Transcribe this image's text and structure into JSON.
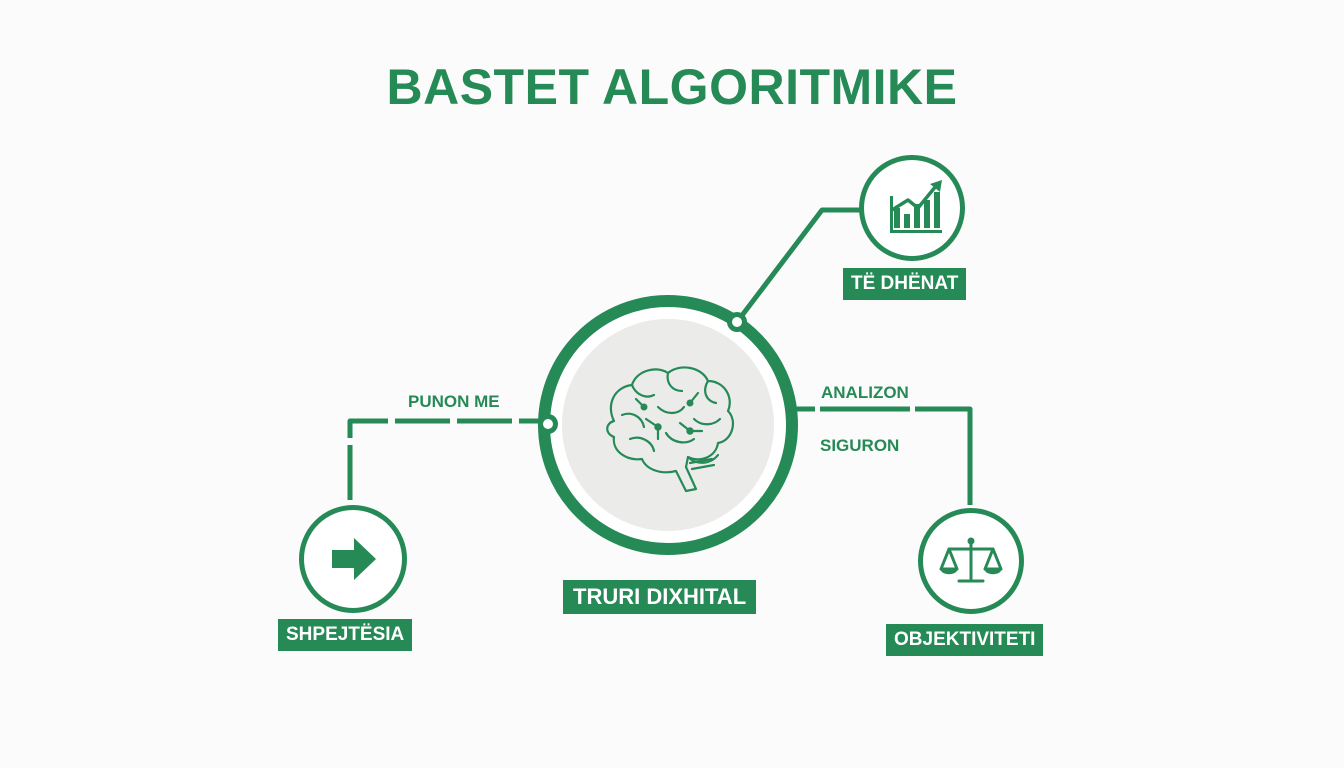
{
  "title": "BASTET ALGORITMIKE",
  "center": {
    "label": "TRURI DIXHITAL",
    "icon": "brain-icon"
  },
  "nodes": {
    "data": {
      "label": "TË DHËNAT",
      "icon": "bar-chart-growth-icon"
    },
    "speed": {
      "label": "SHPEJTËSIA",
      "icon": "arrow-right-icon"
    },
    "objectivity": {
      "label": "OBJEKTIVITETI",
      "icon": "scales-icon"
    }
  },
  "edges": {
    "works_with": "PUNON ME",
    "analyzes": "ANALIZON",
    "ensures": "SIGURON"
  },
  "colors": {
    "accent": "#268a57",
    "center_fill": "#ebebea",
    "background": "#fafbfa"
  }
}
